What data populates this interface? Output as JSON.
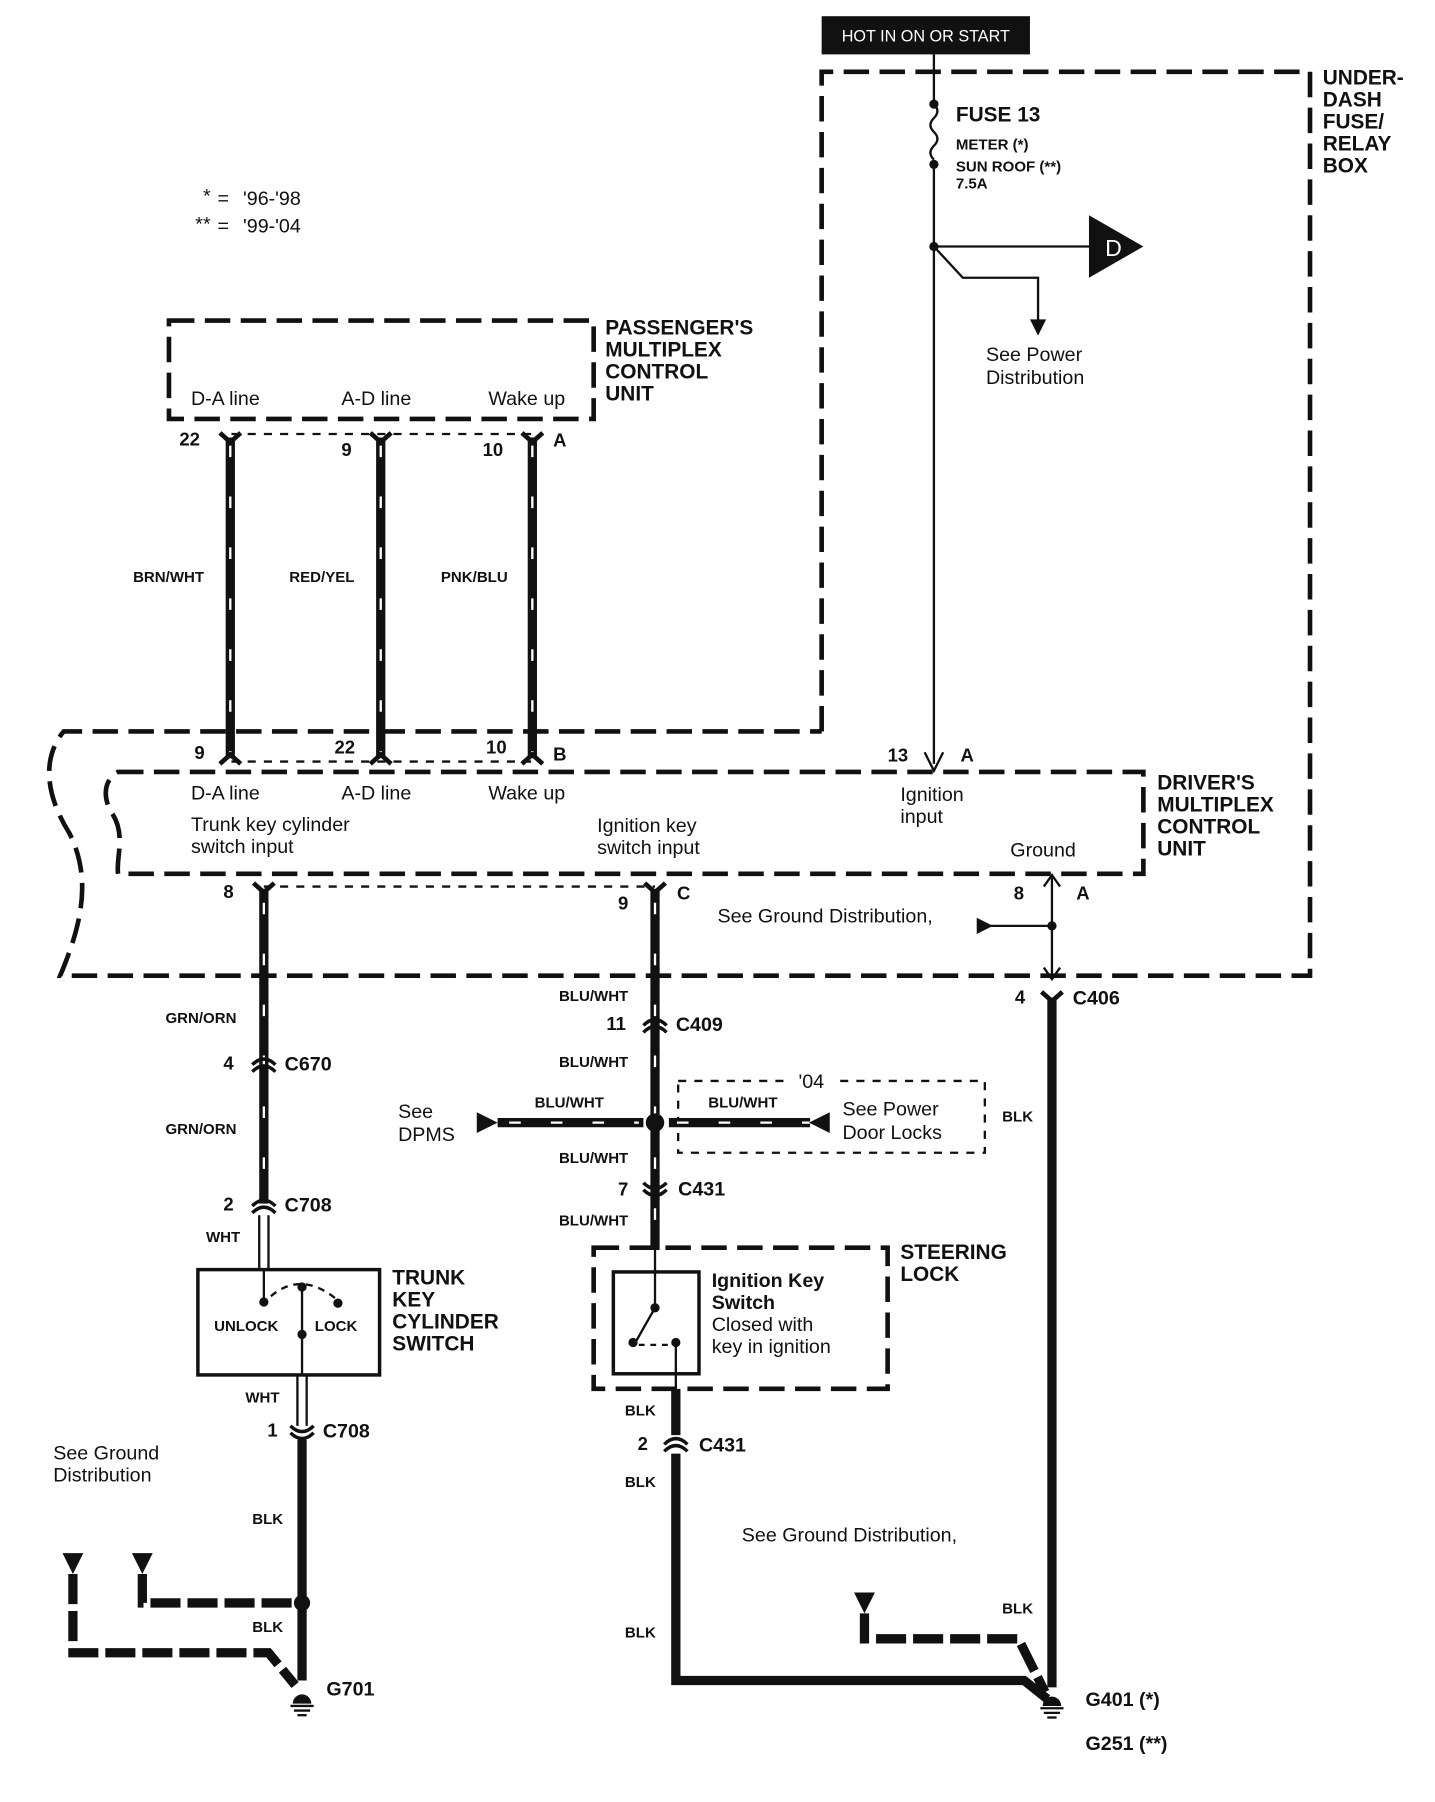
{
  "header": {
    "power_label": "HOT IN ON OR START"
  },
  "legend": {
    "items": [
      {
        "symbol": "*",
        "years": "'96-'98"
      },
      {
        "symbol": "**",
        "years": "'99-'04"
      }
    ]
  },
  "fuse_box": {
    "title_lines": [
      "UNDER-",
      "DASH",
      "FUSE/",
      "RELAY",
      "BOX"
    ],
    "fuse_name": "FUSE 13",
    "fuse_circuit_1": "METER (*)",
    "fuse_circuit_2": "SUN ROOF (**)",
    "fuse_rating": "7.5A",
    "connector_flag": "D",
    "see_power_1": "See Power",
    "see_power_2": "Distribution"
  },
  "passenger_unit": {
    "title_lines": [
      "PASSENGER'S",
      "MULTIPLEX",
      "CONTROL",
      "UNIT"
    ],
    "pins": [
      {
        "label": "D-A line",
        "pin": "22",
        "wire": "BRN/WHT"
      },
      {
        "label": "A-D line",
        "pin": "9",
        "wire": "RED/YEL"
      },
      {
        "label": "Wake up",
        "pin": "10",
        "wire": "PNK/BLU"
      }
    ],
    "connector": "A"
  },
  "driver_unit": {
    "title_lines": [
      "DRIVER'S",
      "MULTIPLEX",
      "CONTROL",
      "UNIT"
    ],
    "top_pins": [
      {
        "label": "D-A line",
        "pin": "9"
      },
      {
        "label": "A-D line",
        "pin": "22"
      },
      {
        "label": "Wake up",
        "pin": "10"
      }
    ],
    "top_connector": "B",
    "ignition_pin": "13",
    "ignition_connector": "A",
    "ignition_label_1": "Ignition",
    "ignition_label_2": "input",
    "trunk_label_1": "Trunk key cylinder",
    "trunk_label_2": "switch input",
    "ignkey_label_1": "Ignition key",
    "ignkey_label_2": "switch input",
    "ground_label": "Ground",
    "trunk_pin": "8",
    "ignkey_pin": "9",
    "bottom_connector": "C",
    "ground_pin": "8",
    "ground_connector": "A",
    "see_ground": "See Ground Distribution,"
  },
  "trunk_circuit": {
    "wire1": "GRN/ORN",
    "c670_pin": "4",
    "c670": "C670",
    "wire2": "GRN/ORN",
    "c708_pin_top": "2",
    "c708": "C708",
    "wire3": "WHT",
    "switch_title_lines": [
      "TRUNK",
      "KEY",
      "CYLINDER",
      "SWITCH"
    ],
    "unlock": "UNLOCK",
    "lock": "LOCK",
    "wire4": "WHT",
    "c708_pin_bottom": "1",
    "wire5": "BLK",
    "wire6": "BLK",
    "see_ground_1": "See Ground",
    "see_ground_2": "Distribution",
    "ground": "G701"
  },
  "ignition_circuit": {
    "wire1": "BLU/WHT",
    "c409_pin": "11",
    "c409": "C409",
    "wire2": "BLU/WHT",
    "dpms_wire": "BLU/WHT",
    "see_dpms_1": "See",
    "see_dpms_2": "DPMS",
    "year_note": "'04",
    "pdl_wire": "BLU/WHT",
    "see_pdl_1": "See Power",
    "see_pdl_2": "Door Locks",
    "wire3": "BLU/WHT",
    "c431_pin_top": "7",
    "c431": "C431",
    "wire4": "BLU/WHT",
    "steering_title_lines": [
      "STEERING",
      "LOCK"
    ],
    "switch_name_1": "Ignition Key",
    "switch_name_2": "Switch",
    "switch_desc_1": "Closed with",
    "switch_desc_2": "key in ignition",
    "wire5": "BLK",
    "c431_pin_bottom": "2",
    "wire6": "BLK",
    "wire7": "BLK",
    "see_ground": "See Ground Distribution,"
  },
  "ground_circuit": {
    "c406_pin": "4",
    "c406": "C406",
    "wire1": "BLK",
    "wire2": "BLK",
    "ground_1": "G401 (*)",
    "ground_2": "G251 (**)"
  }
}
